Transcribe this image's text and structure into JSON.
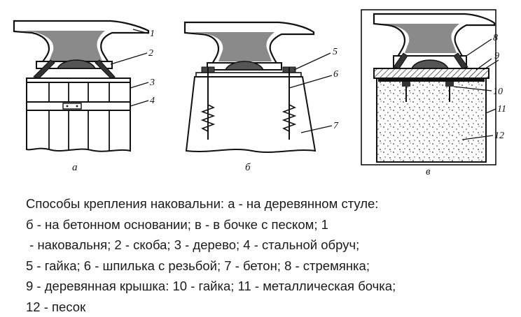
{
  "figure": {
    "subfigure_labels": [
      "а",
      "б",
      "в"
    ],
    "part_numbers": [
      "1",
      "2",
      "3",
      "4",
      "5",
      "6",
      "7",
      "8",
      "9",
      "10",
      "11",
      "12"
    ]
  },
  "caption": {
    "lines": [
      "Способы крепления наковальни: а - на деревянном стуле:",
      "б - на бетонном основании; в - в бочке с песком; 1",
      " - наковальня; 2 - скоба; 3 - дерево; 4 - стальной обруч;",
      "5 - гайка; 6 - шпилька с резьбой; 7 - бетон; 8 - стремянка;",
      "9 - деревянная крышка: 10 - гайка; 11 - металлическая бочка;",
      "12 - песок"
    ]
  }
}
